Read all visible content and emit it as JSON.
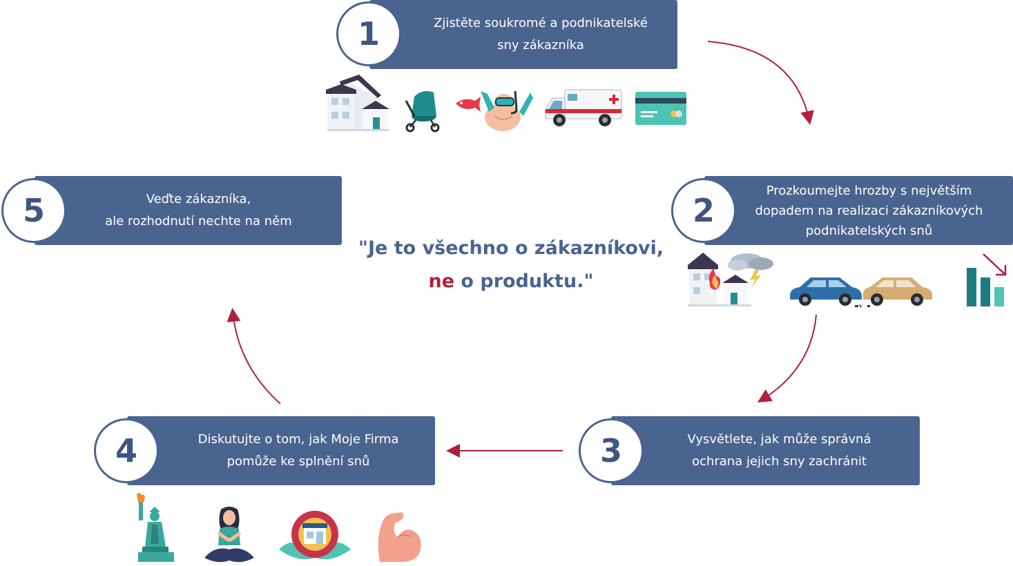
{
  "steps": [
    {
      "number": "1",
      "text": "Zjistěte soukromé a podnikatelské\nsny zákazníka"
    },
    {
      "number": "2",
      "text": "Prozkoumejte hrozby s největším\ndopadem na realizaci zákazníkových\npodnikatelských snů"
    },
    {
      "number": "3",
      "text": "Vysvětlete, jak může správná\nochrana jejich sny zachránit"
    },
    {
      "number": "4",
      "text": "Diskutujte o tom, jak Moje Firma\npomůže ke splnění snů"
    },
    {
      "number": "5",
      "text": "Veďte zákazníka,\nale rozhodnutí nechte na něm"
    }
  ],
  "quote": {
    "line1": "\"Je to všechno o zákazníkovi,",
    "emphasis": "ne",
    "line2_rest": " o produktu.\""
  },
  "colors": {
    "box": "#4a6490",
    "accent": "#b0203c",
    "teal": "#1f7f86",
    "mint": "#4fc3b4"
  },
  "icons": {
    "step1": [
      "house-icon",
      "stroller-icon",
      "snorkeler-fish-icon",
      "ambulance-icon",
      "credit-card-icon"
    ],
    "step2": [
      "burning-house-icon",
      "car-crash-icon",
      "declining-chart-icon"
    ],
    "step4": [
      "statue-of-liberty-icon",
      "yoga-icon",
      "flower-shop-icon",
      "flexed-arm-icon"
    ]
  }
}
